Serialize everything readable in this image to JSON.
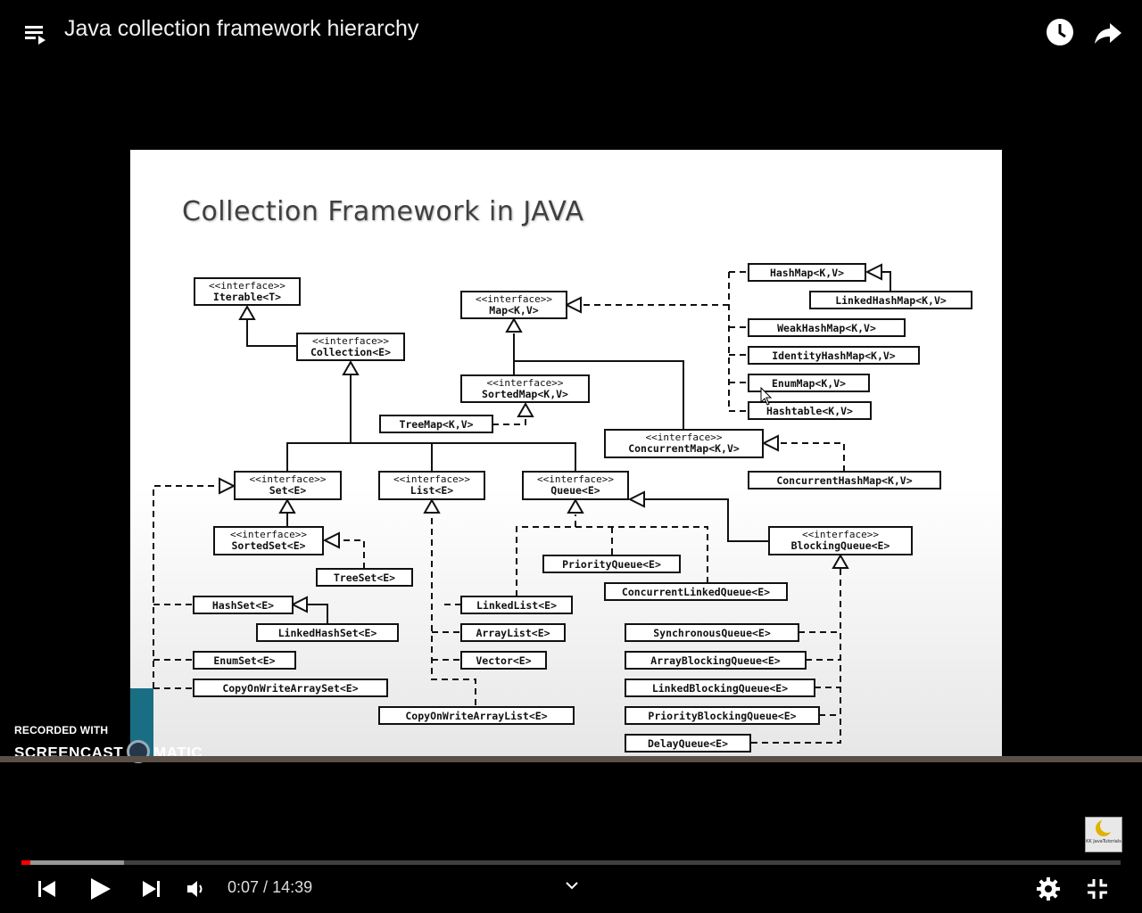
{
  "video": {
    "title": "Java collection framework hierarchy",
    "current_time": "0:07",
    "duration": "14:39",
    "played_fraction": 0.008,
    "buffered_fraction": 0.093
  },
  "slide": {
    "title": "Collection Framework in JAVA",
    "stereotype": "<<interface>>",
    "nodes": {
      "iterable": "Iterable<T>",
      "collection": "Collection<E>",
      "map": "Map<K,V>",
      "sorted_map": "SortedMap<K,V>",
      "tree_map": "TreeMap<K,V>",
      "concurrent_map": "ConcurrentMap<K,V>",
      "concurrent_hash_map": "ConcurrentHashMap<K,V>",
      "hash_map": "HashMap<K,V>",
      "linked_hash_map": "LinkedHashMap<K,V>",
      "weak_hash_map": "WeakHashMap<K,V>",
      "identity_hash_map": "IdentityHashMap<K,V>",
      "enum_map": "EnumMap<K,V>",
      "hashtable": "Hashtable<K,V>",
      "set": "Set<E>",
      "list": "List<E>",
      "queue": "Queue<E>",
      "sorted_set": "SortedSet<E>",
      "tree_set": "TreeSet<E>",
      "hash_set": "HashSet<E>",
      "linked_hash_set": "LinkedHashSet<E>",
      "enum_set": "EnumSet<E>",
      "copy_on_write_array_set": "CopyOnWriteArraySet<E>",
      "linked_list": "LinkedList<E>",
      "array_list": "ArrayList<E>",
      "vector": "Vector<E>",
      "copy_on_write_array_list": "CopyOnWriteArrayList<E>",
      "priority_queue": "PriorityQueue<E>",
      "concurrent_linked_queue": "ConcurrentLinkedQueue<E>",
      "blocking_queue": "BlockingQueue<E>",
      "synchronous_queue": "SynchronousQueue<E>",
      "array_blocking_queue": "ArrayBlockingQueue<E>",
      "linked_blocking_queue": "LinkedBlockingQueue<E>",
      "priority_blocking_queue": "PriorityBlockingQueue<E>",
      "delay_queue": "DelayQueue<E>"
    }
  },
  "watermark": {
    "line1": "RECORDED WITH",
    "line2a": "SCREENCAST",
    "line2b": "MATIC"
  },
  "channel_logo": {
    "text": "KK JavaTutorials"
  },
  "icons": {
    "playlist": "playlist-icon",
    "watch_later": "clock-icon",
    "share": "share-icon",
    "previous": "previous-icon",
    "play": "play-icon",
    "next": "next-icon",
    "volume": "volume-icon",
    "chevron": "chevron-down-icon",
    "settings": "gear-icon",
    "exit_fullscreen": "exit-fullscreen-icon"
  },
  "colors": {
    "progress_played": "#ff0000",
    "slide_teal": "#1a6e84"
  }
}
